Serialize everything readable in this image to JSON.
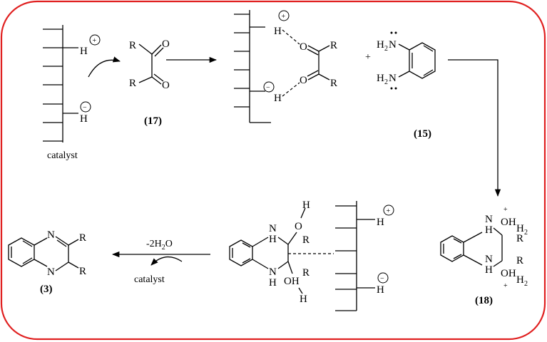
{
  "labels": {
    "catalyst_top": "catalyst",
    "compound_17": "(17)",
    "compound_15": "(15)",
    "compound_18": "(18)",
    "compound_3": "(3)",
    "conditions_above": "-2H",
    "conditions_sub": "2",
    "conditions_o": "O",
    "conditions_below": "catalyst",
    "plus": "+"
  },
  "atoms": {
    "H": "H",
    "O": "O",
    "N": "N",
    "R": "R",
    "OH": "OH",
    "H2": "H",
    "sub2": "2",
    "N_amine": "N",
    "plus_charge": "+",
    "minus_charge": "−"
  }
}
